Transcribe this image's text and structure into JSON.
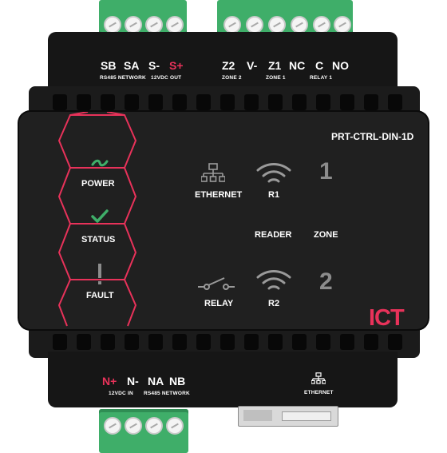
{
  "top_connectors": {
    "left": [
      {
        "label": "SB",
        "color": "#ffffff"
      },
      {
        "label": "SA",
        "color": "#ffffff"
      },
      {
        "label": "S-",
        "color": "#ffffff"
      },
      {
        "label": "S+",
        "color": "#e8325a"
      }
    ],
    "left_sublabels": [
      "RS485 NETWORK",
      "12VDC OUT"
    ],
    "right": [
      {
        "label": "Z2"
      },
      {
        "label": "V-"
      },
      {
        "label": "Z1"
      },
      {
        "label": "NC"
      },
      {
        "label": "C"
      },
      {
        "label": "NO"
      }
    ],
    "right_sublabels": [
      "ZONE 2",
      "ZONE 1",
      "RELAY 1"
    ]
  },
  "bottom_connectors": {
    "labels": [
      {
        "label": "N+",
        "color": "#e8325a"
      },
      {
        "label": "N-",
        "color": "#ffffff"
      },
      {
        "label": "NA",
        "color": "#ffffff"
      },
      {
        "label": "NB",
        "color": "#ffffff"
      }
    ],
    "sublabels": [
      "12VDC IN",
      "RS485 NETWORK"
    ],
    "port_label": "ETHERNET"
  },
  "face": {
    "model": "PRT-CTRL-DIN-1D",
    "indicators": [
      {
        "label": "POWER",
        "icon": "tilde-icon",
        "icon_color": "#3fae69"
      },
      {
        "label": "STATUS",
        "icon": "check-icon",
        "icon_color": "#3fae69"
      },
      {
        "label": "FAULT",
        "icon": "exclamation-icon",
        "icon_color": "#8c8c8c"
      }
    ],
    "ethernet_label": "ETHERNET",
    "r1_label": "R1",
    "zone_num_1": "1",
    "reader_label": "READER",
    "zone_label": "ZONE",
    "relay_label": "RELAY",
    "r2_label": "R2",
    "zone_num_2": "2",
    "brand": "ICT",
    "accent": "#e8325a"
  }
}
